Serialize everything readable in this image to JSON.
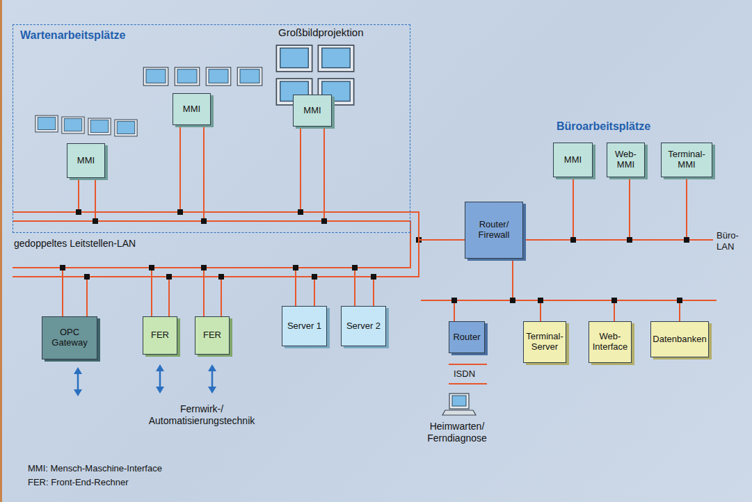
{
  "diagram": {
    "nodes": [
      {
        "text": [
          "Wartenarbeitsplätze"
        ]
      },
      {
        "text": [
          "MMI"
        ],
        "in": 0
      },
      {
        "text": [
          "MMI"
        ],
        "in": 0
      },
      {
        "text": [
          "MMI"
        ],
        "in": 0
      },
      {
        "text": [
          "Router/ Firewall"
        ]
      },
      {
        "text": [
          "MMI"
        ]
      },
      {
        "text": [
          "Web-MMI"
        ]
      },
      {
        "text": [
          "Terminal-MMI"
        ]
      },
      {
        "text": [
          "OPC Gateway"
        ]
      },
      {
        "text": [
          "FER"
        ]
      },
      {
        "text": [
          "FER"
        ]
      },
      {
        "text": [
          "Server 1"
        ]
      },
      {
        "text": [
          "Server 2"
        ]
      },
      {
        "text": [
          "Router"
        ]
      },
      {
        "text": [
          "Terminal-Server"
        ]
      },
      {
        "text": [
          "Web-Interface"
        ]
      },
      {
        "text": [
          "Datenbanken"
        ]
      }
    ],
    "edges": [
      {
        "from": 1,
        "to": 4,
        "arrow": "none"
      },
      {
        "from": 2,
        "to": 4,
        "arrow": "none"
      },
      {
        "from": 3,
        "to": 4,
        "arrow": "none"
      },
      {
        "from": 5,
        "to": 4,
        "arrow": "none"
      },
      {
        "from": 6,
        "to": 4,
        "arrow": "none"
      },
      {
        "from": 7,
        "to": 4,
        "arrow": "none"
      },
      {
        "from": 8,
        "to": 4,
        "arrow": "none"
      },
      {
        "from": 9,
        "to": 4,
        "arrow": "none"
      },
      {
        "from": 10,
        "to": 4,
        "arrow": "none"
      },
      {
        "from": 11,
        "to": 4,
        "arrow": "none"
      },
      {
        "from": 12,
        "to": 4,
        "arrow": "none"
      },
      {
        "from": 13,
        "to": 4,
        "arrow": "none"
      },
      {
        "from": 14,
        "to": 4,
        "arrow": "none"
      },
      {
        "from": 15,
        "to": 4,
        "arrow": "none"
      },
      {
        "from": 16,
        "to": 4,
        "arrow": "none"
      }
    ],
    "labels": [
      "Großbildprojektion",
      "Büroarbeitsplätze",
      "gedoppeltes Leitstellen-LAN",
      "Büro-LAN",
      "Fernwirk-/ Automatisierungstechnik",
      "ISDN",
      "Heimwarten/ Ferndiagnose",
      "MMI: Mensch-Maschine-Interface",
      "FER: Front-End-Rechner"
    ]
  }
}
